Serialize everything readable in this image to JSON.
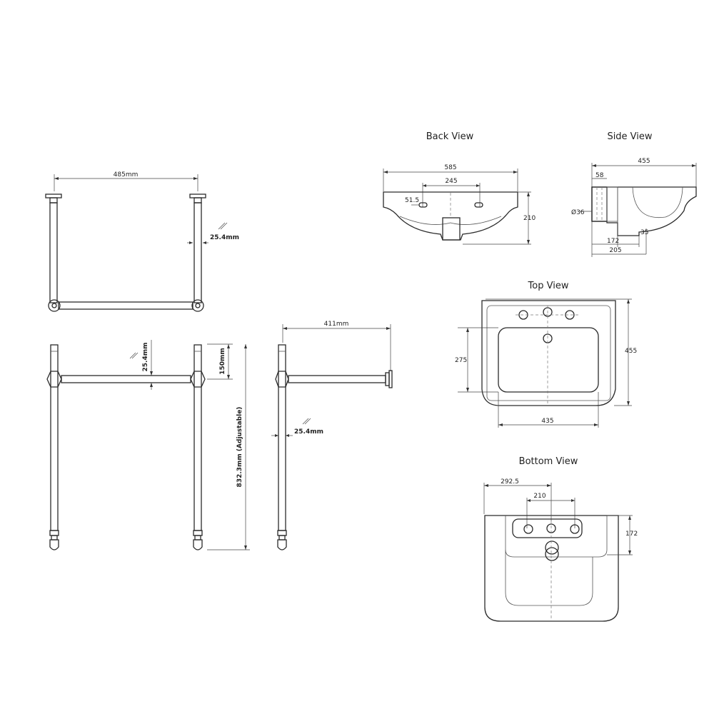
{
  "frame": {
    "top": {
      "width": "485mm",
      "tube": "25.4mm"
    },
    "front": {
      "tube": "25.4mm",
      "rail_height": "150mm",
      "height": "832.3mm (Adjustable)"
    },
    "side": {
      "depth": "411mm",
      "tube": "25.4mm"
    }
  },
  "basin": {
    "back_view": {
      "title": "Back View",
      "width": "585",
      "hole_spacing": "245",
      "offset": "51.5",
      "height": "210"
    },
    "side_view": {
      "title": "Side View",
      "depth": "455",
      "top": "58",
      "diameter": "Ø36",
      "a": "172",
      "b": "35",
      "c": "205"
    },
    "top_view": {
      "title": "Top View",
      "bowl_depth": "275",
      "depth": "455",
      "bowl_width": "435"
    },
    "bottom_view": {
      "title": "Bottom View",
      "half_width": "292.5",
      "spacing": "210",
      "depth": "172"
    }
  },
  "icons": [
    "diameter-icon"
  ]
}
